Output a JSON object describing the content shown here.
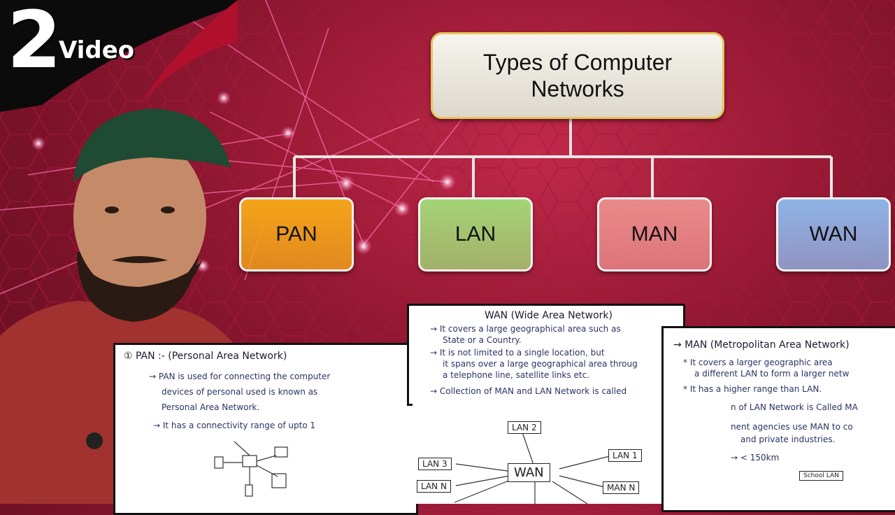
{
  "badge": {
    "number": "2",
    "word": "Video"
  },
  "diagram": {
    "title_line1": "Types of Computer",
    "title_line2": "Networks",
    "nodes": [
      {
        "label": "PAN",
        "color": "#f4a41a"
      },
      {
        "label": "LAN",
        "color": "#a3d476"
      },
      {
        "label": "MAN",
        "color": "#ea8a8a"
      },
      {
        "label": "WAN",
        "color": "#8fb3e6"
      }
    ]
  },
  "notes": {
    "pan": {
      "heading": "① PAN :- (Personal Area Network)",
      "line1": "→ PAN is used for connecting the computer",
      "line2": "devices of personal used is known as",
      "line3": "Personal Area Network.",
      "line4": "→ It has a connectivity range of upto 1"
    },
    "wan": {
      "heading": "WAN (Wide Area Network)",
      "line1": "→ It covers a large geographical area such as",
      "line2": "State or a Country.",
      "line3": "→ It is not limited to a single location, but",
      "line4": "it spans over a large geographical area throug",
      "line5": "a telephone line, satellite links etc.",
      "line6": "→ Collection of MAN and LAN Network is called",
      "diagram": {
        "center": "WAN",
        "lan2": "LAN 2",
        "lan3": "LAN 3",
        "lann": "LAN N",
        "lan1": "LAN 1",
        "mann": "MAN N"
      }
    },
    "man": {
      "heading": "→ MAN (Metropolitan Area Network)",
      "line1": "* It covers a larger geographic area",
      "line2": "a different LAN to form a larger netw",
      "line3": "* It has a higher range than LAN.",
      "line4": "n of LAN Network is Called MA",
      "line5": "nent agencies use MAN to co",
      "line6": "and private industries.",
      "line7": "→ < 150km",
      "school": "School LAN"
    }
  }
}
